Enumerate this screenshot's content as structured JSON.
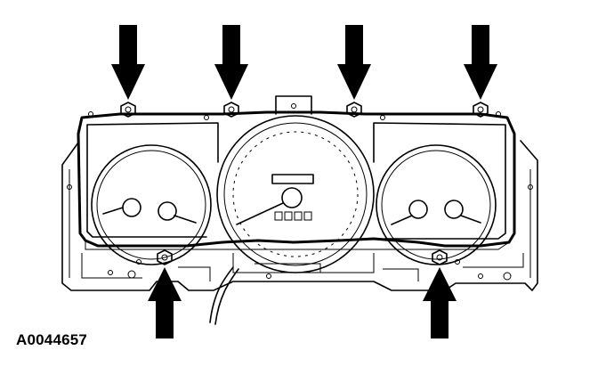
{
  "figure": {
    "reference_code": "A0044657"
  },
  "arrows": [
    {
      "name": "arrow-top-1",
      "direction": "down"
    },
    {
      "name": "arrow-top-2",
      "direction": "down"
    },
    {
      "name": "arrow-top-3",
      "direction": "down"
    },
    {
      "name": "arrow-top-4",
      "direction": "down"
    },
    {
      "name": "arrow-bottom-1",
      "direction": "up"
    },
    {
      "name": "arrow-bottom-2",
      "direction": "up"
    }
  ],
  "colors": {
    "line": "#000000",
    "background": "#ffffff"
  }
}
